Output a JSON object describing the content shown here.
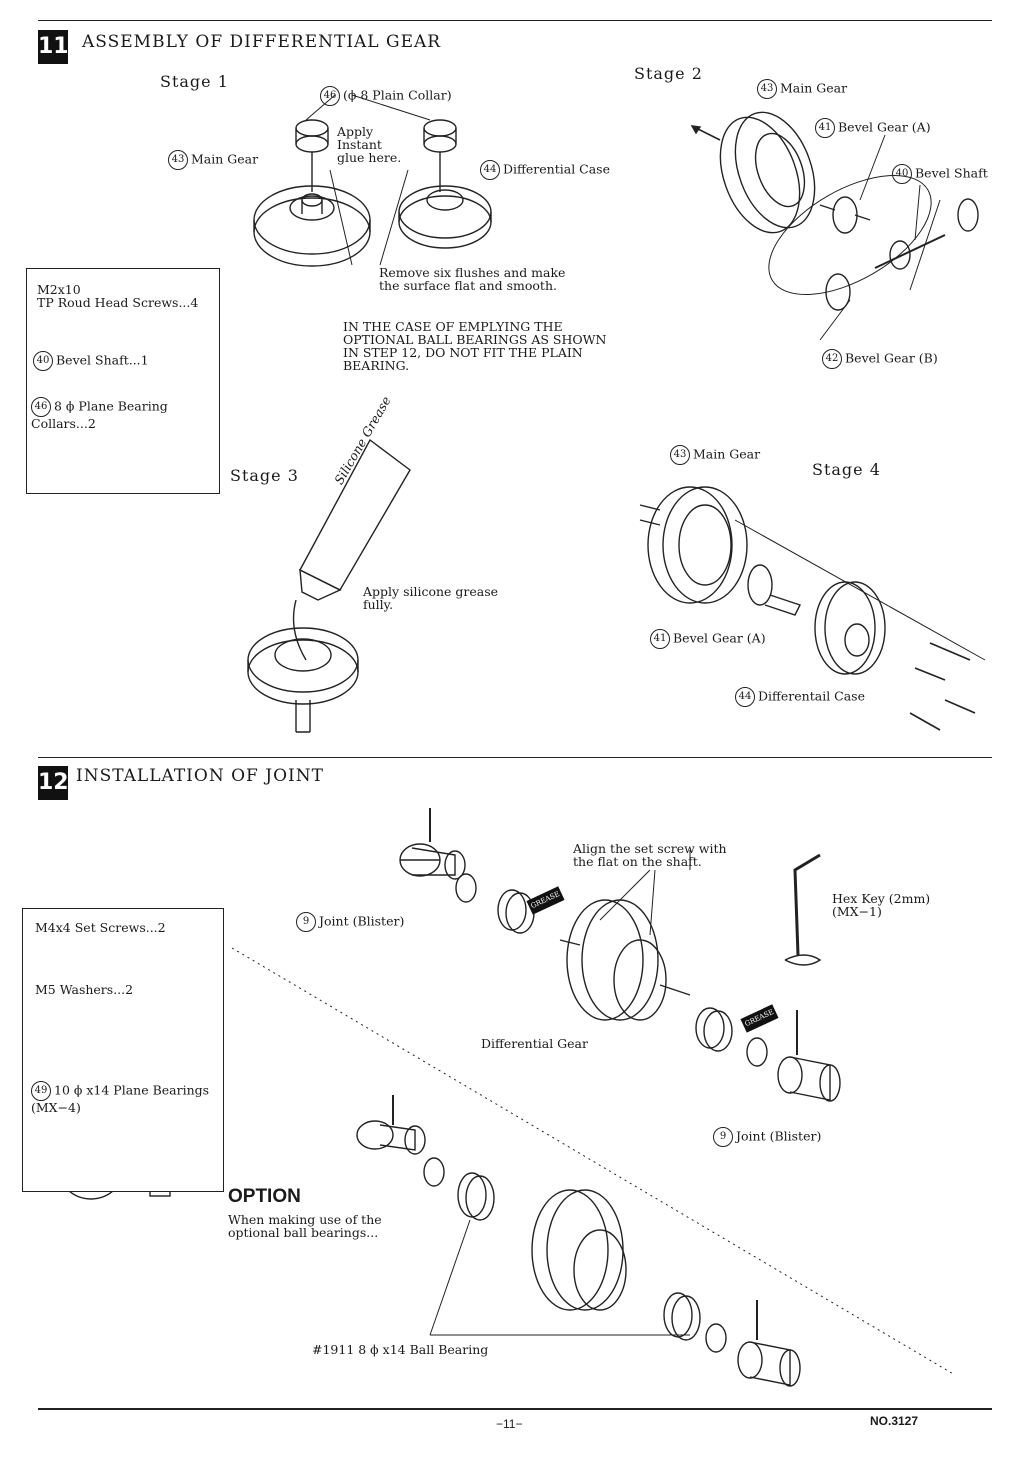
{
  "step11": {
    "number": "11",
    "title": "ASSEMBLY OF DIFFERENTIAL GEAR",
    "stage1": "Stage 1",
    "stage2": "Stage 2",
    "stage3": "Stage 3",
    "stage4": "Stage 4",
    "plain_collar": "(ϕ 8 Plain Collar)",
    "apply_glue": "Apply\nInstant\nglue here.",
    "main_gear": "Main Gear",
    "differential_case": "Differential Case",
    "remove_flushes": "Remove six flushes and make\nthe surface flat and smooth.",
    "ball_bearing_note": "IN THE CASE OF EMPLYING THE\nOPTIONAL BALL BEARINGS AS SHOWN\nIN STEP 12, DO NOT FIT THE PLAIN\nBEARING.",
    "bevel_gear_a": "Bevel Gear (A)",
    "bevel_shaft": "Bevel Shaft",
    "bevel_gear_b": "Bevel Gear (B)",
    "silicone_grease": "Silicone Grease",
    "apply_grease": "Apply silicone grease\nfully.",
    "main_gear_s4": "Main Gear",
    "bevel_gear_a_s4": "Bevel Gear (A)",
    "differentail_case": "Differentail Case",
    "num_46": "46",
    "num_43": "43",
    "num_44": "44",
    "num_41": "41",
    "num_40": "40",
    "num_42": "42",
    "parts": {
      "screw_title": "M2x10\nTP Roud Head Screws...4",
      "shaft_num": "40",
      "shaft_label": "Bevel Shaft...1",
      "collar_num": "46",
      "collar_label": "8 ϕ Plane Bearing\nCollars...2"
    }
  },
  "step12": {
    "number": "12",
    "title": "INSTALLATION OF JOINT",
    "align_note": "Align the set screw with\nthe flat on the shaft.",
    "hex_key": "Hex Key (2mm)\n(MX−1)",
    "joint_blister": "Joint (Blister)",
    "differential_gear": "Differential Gear",
    "num_9": "9",
    "grease_tag": "GREASE",
    "parts": {
      "set_screws": "M4x4 Set Screws...2",
      "washers": "M5 Washers...2",
      "bearing_num": "49",
      "bearings": "10 ϕ x14 Plane Bearings\n(MX−4)"
    },
    "option_title": "OPTION",
    "option_text": "When making use of the\noptional ball bearings...",
    "ball_bearing": "#1911 8 ϕ x14 Ball Bearing"
  },
  "footer": {
    "page": "−11−",
    "doc_no": "NO.3127"
  }
}
